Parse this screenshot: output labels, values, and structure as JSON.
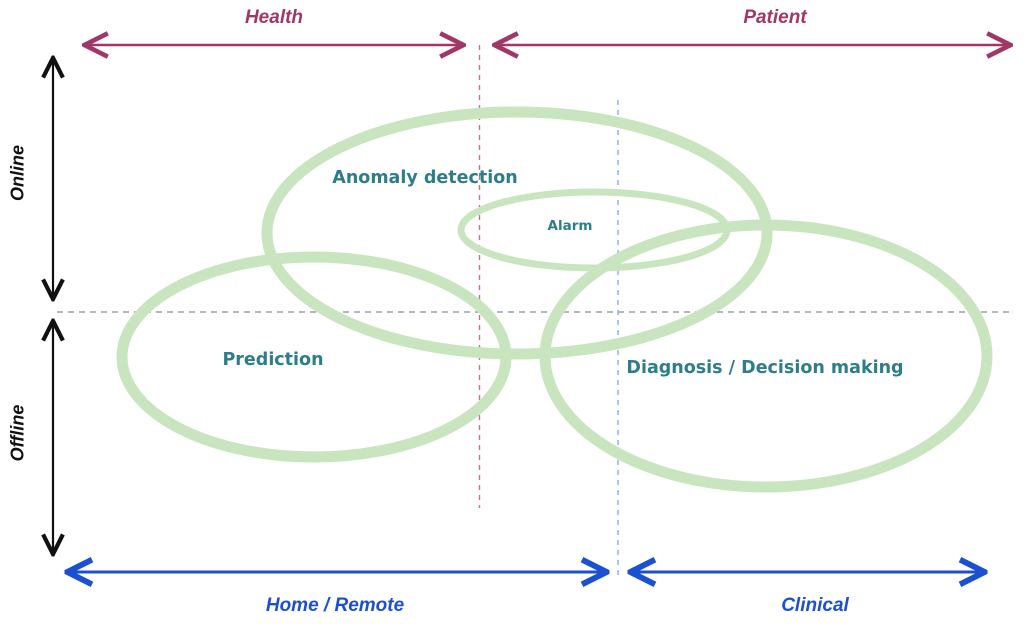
{
  "diagram": {
    "top_axis": {
      "left_label": "Health",
      "right_label": "Patient"
    },
    "left_axis": {
      "top_label": "Online",
      "bottom_label": "Offline"
    },
    "bottom_axis": {
      "left_label": "Home / Remote",
      "right_label": "Clinical"
    },
    "ellipses": [
      {
        "label": "Anomaly detection"
      },
      {
        "label": "Alarm"
      },
      {
        "label": "Prediction"
      },
      {
        "label": "Diagnosis / Decision making"
      }
    ]
  },
  "colors": {
    "ellipse_green": "#c9e5bf",
    "set_label_teal": "#2e7d8c",
    "health_patient_maroon": "#a13768",
    "home_clinical_blue": "#1c50d2",
    "online_offline_black": "#111111",
    "dashed_gray": "#9aa0a6",
    "dashed_pink": "#c9708f",
    "dashed_blue": "#85aee3"
  }
}
